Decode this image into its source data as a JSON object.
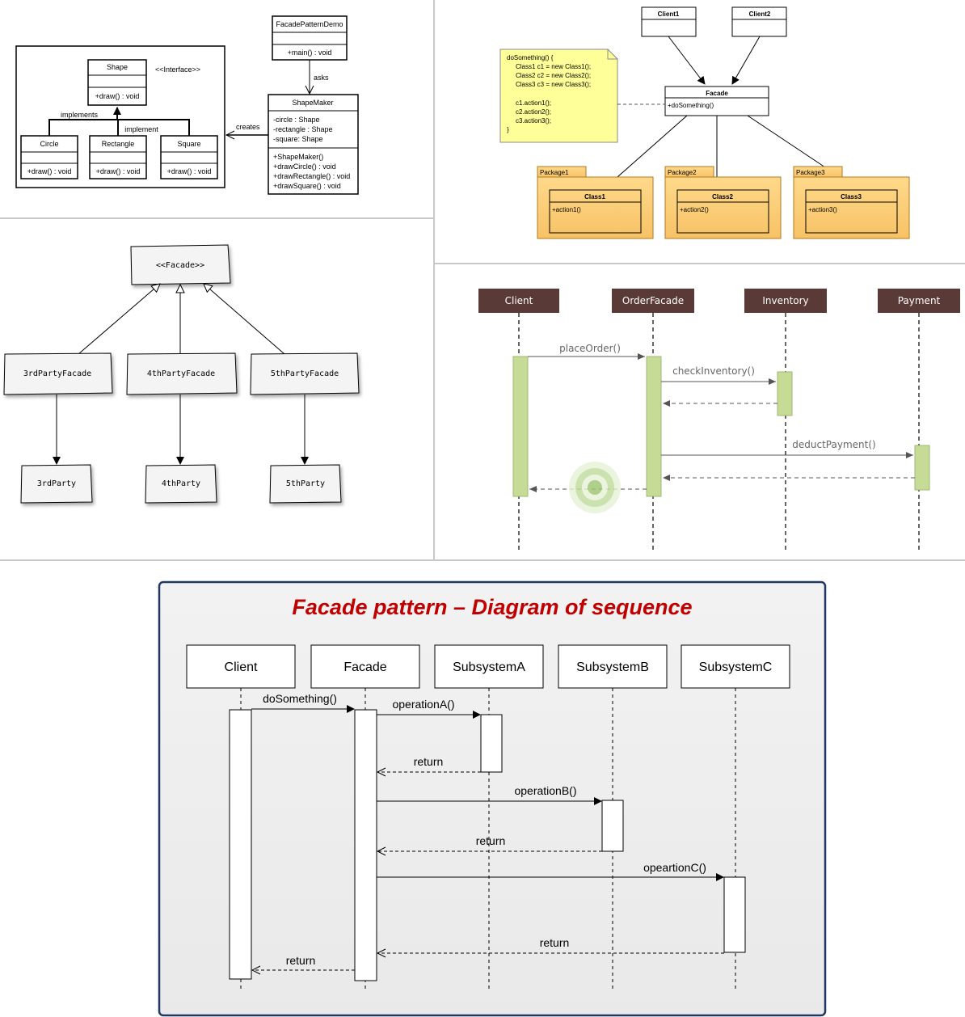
{
  "class_diagram": {
    "shape": {
      "name": "Shape",
      "stereotype": "<<Interface>>",
      "method": "+draw() : void"
    },
    "circle": {
      "name": "Circle",
      "method": "+draw() : void"
    },
    "rectangle": {
      "name": "Rectangle",
      "method": "+draw() : void"
    },
    "square": {
      "name": "Square",
      "method": "+draw() : void"
    },
    "implements_label": "implements",
    "implement_label": "implement",
    "demo": {
      "name": "FacadePatternDemo",
      "method": "+main() : void"
    },
    "asks_label": "asks",
    "creates_label": "creates",
    "maker": {
      "name": "ShapeMaker",
      "fields": [
        "-circle : Shape",
        "-rectangle : Shape",
        "-square: Shape"
      ],
      "methods": [
        "+ShapeMaker()",
        "+drawCircle() : void",
        "+drawRectangle() : void",
        "+drawSquare() : void"
      ]
    }
  },
  "package_diagram": {
    "client1": "Client1",
    "client2": "Client2",
    "facade": {
      "name": "Facade",
      "method": "+doSomething()"
    },
    "note_lines": [
      "doSomething() {",
      "Class1 c1 = new Class1();",
      "Class2 c2 = new Class2();",
      "Class3 c3 = new Class3();",
      "",
      "c1.action1();",
      "c2.action2();",
      "c3.action3();",
      "}"
    ],
    "packages": [
      {
        "package": "Package1",
        "class": "Class1",
        "method": "+action1()"
      },
      {
        "package": "Package2",
        "class": "Class2",
        "method": "+action2()"
      },
      {
        "package": "Package3",
        "class": "Class3",
        "method": "+action3()"
      }
    ]
  },
  "sketch_diagram": {
    "facade": "<<Facade>>",
    "facades": [
      "3rdPartyFacade",
      "4thPartyFacade",
      "5thPartyFacade"
    ],
    "parties": [
      "3rdParty",
      "4thParty",
      "5thParty"
    ]
  },
  "order_sequence": {
    "lifelines": [
      "Client",
      "OrderFacade",
      "Inventory",
      "Payment"
    ],
    "messages": [
      "placeOrder()",
      "checkInventory()",
      "deductPayment()"
    ],
    "colors": {
      "header": "#5a3a36",
      "activation": "#c6dc96"
    }
  },
  "facade_sequence": {
    "title": "Facade pattern – Diagram of sequence",
    "lifelines": [
      "Client",
      "Facade",
      "SubsystemA",
      "SubsystemB",
      "SubsystemC"
    ],
    "messages": {
      "do_something": "doSomething()",
      "operation_a": "operationA()",
      "return_a": "return",
      "operation_b": "operationB()",
      "return_b": "return",
      "operation_c": "opeartionC()",
      "return_c": "return",
      "return_client": "return"
    },
    "colors": {
      "title": "#c00000",
      "frame_border": "#1f3864"
    }
  }
}
